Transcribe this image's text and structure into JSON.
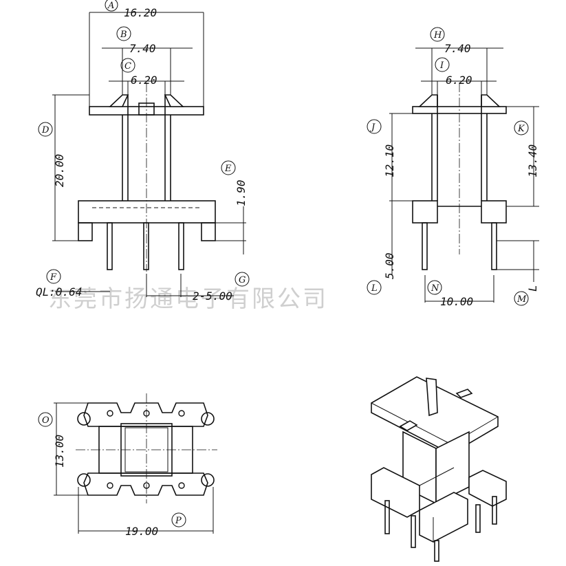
{
  "watermark": "东莞市扬通电子有限公司",
  "front_view": {
    "dims": {
      "A": "16.20",
      "B": "7.40",
      "C": "6.20",
      "D": "20.00",
      "E": "1.90",
      "F": "QL:0.64",
      "G": "2-5.00"
    }
  },
  "side_view": {
    "dims": {
      "H": "7.40",
      "I": "6.20",
      "J": "12.10",
      "K": "13.40",
      "L": "5.00",
      "N": "10.00"
    },
    "extra_letter_L": "L",
    "letter_M": "M"
  },
  "bottom_view": {
    "dims": {
      "O": "13.00",
      "P": "19.00"
    }
  },
  "letters": [
    "A",
    "B",
    "C",
    "D",
    "E",
    "F",
    "G",
    "H",
    "I",
    "J",
    "K",
    "L",
    "M",
    "N",
    "O",
    "P"
  ]
}
